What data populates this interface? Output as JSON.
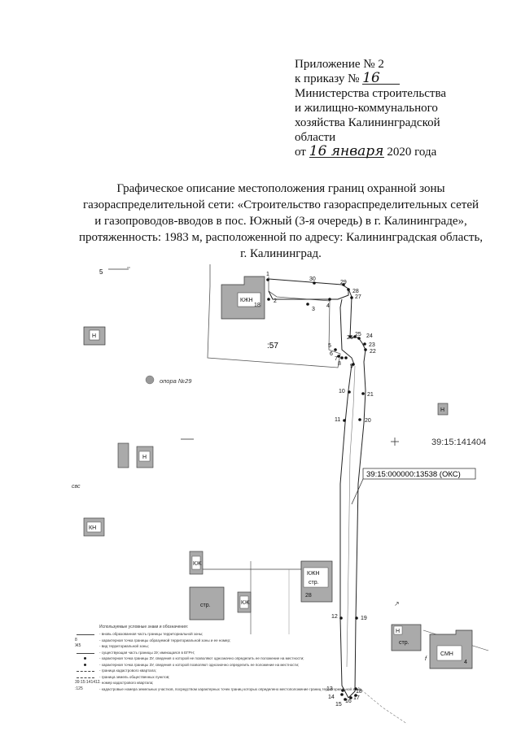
{
  "appendix": {
    "line1": "Приложение № 2",
    "line2_prefix": "к приказу №",
    "order_number": "16",
    "line3": "Министерства строительства",
    "line4": "и жилищно-коммунального",
    "line5": "хозяйства Калининградской",
    "line6": "области",
    "date_prefix": "от",
    "date_handwritten": "16 января",
    "date_suffix": "2020 года"
  },
  "title": {
    "line1": "Графическое описание местоположения границ охранной зоны",
    "line2": "газораспределительной сети: «Строительство газораспределительных сетей",
    "line3": "и газопроводов-вводов в пос. Южный (3-я очередь) в г. Калининграде»,",
    "line4": "протяженность: 1983 м, расположенной по адресу: Калининградская область,",
    "line5": "г. Калининград."
  },
  "map": {
    "parcel_57": ":57",
    "quarter_label": "39:15:141404",
    "oks_label": "39:15:000000:13538 (ОКС)",
    "support_label": "опора №29",
    "letter_5": "5",
    "svs_label": "свс",
    "points": [
      "1",
      "2",
      "3",
      "4",
      "5",
      "6",
      "7",
      "8",
      "9",
      "10",
      "11",
      "12",
      "13",
      "14",
      "15",
      "16",
      "17",
      "18",
      "19",
      "20",
      "21",
      "22",
      "23",
      "24",
      "25",
      "26",
      "27",
      "28",
      "29",
      "30"
    ],
    "buildings": {
      "b1": {
        "line1": "КЖН",
        "line2": "18"
      },
      "b_n1": "Н",
      "b_n2": "Н",
      "b_n3": "Н",
      "b_kn": "КН",
      "b_kzh": "КЖ",
      "b_kzh2": "КЖ",
      "b_str": {
        "line1": "КЖН",
        "line2": "стр.",
        "line3": "28"
      },
      "b_str2": "стр.",
      "b_n4": "Н",
      "b_str3": "стр.",
      "b_smn": "СМН",
      "b_smn_sub": "4",
      "b_f": "f"
    }
  },
  "legend": {
    "title": "Используемые условные знаки и обозначения:",
    "rows": [
      {
        "code": "",
        "text": "- вновь образованная часть границы территориальной зоны;"
      },
      {
        "code": "8",
        "text": "- характерная точка границы образуемой территориальной зоны и ее номер;"
      },
      {
        "code": "Ж5",
        "text": "- вид территориальной зоны;"
      },
      {
        "code": "",
        "text": "- существующая часть границы ЗУ, имеющаяся в ЕГРН;"
      },
      {
        "code": "",
        "text": "- характерная точка границы ЗУ, сведения о которой не позволяют однозначно определить ее положение на местности;"
      },
      {
        "code": "",
        "text": "- характерная точка границы ЗУ, сведения о которой позволяют однозначно определить ее положение на местности;"
      },
      {
        "code": "",
        "text": "- граница кадастрового квартала;"
      },
      {
        "code": "",
        "text": "- граница земель общественных пунктов;"
      },
      {
        "code": "39:15:141412",
        "text": "- номер кадастрового квартала;"
      },
      {
        "code": ":125",
        "text": "- кадастровые номера земельных участков, посредством характерных точек границ которых определено местоположение границ территориальной зоны."
      }
    ]
  }
}
